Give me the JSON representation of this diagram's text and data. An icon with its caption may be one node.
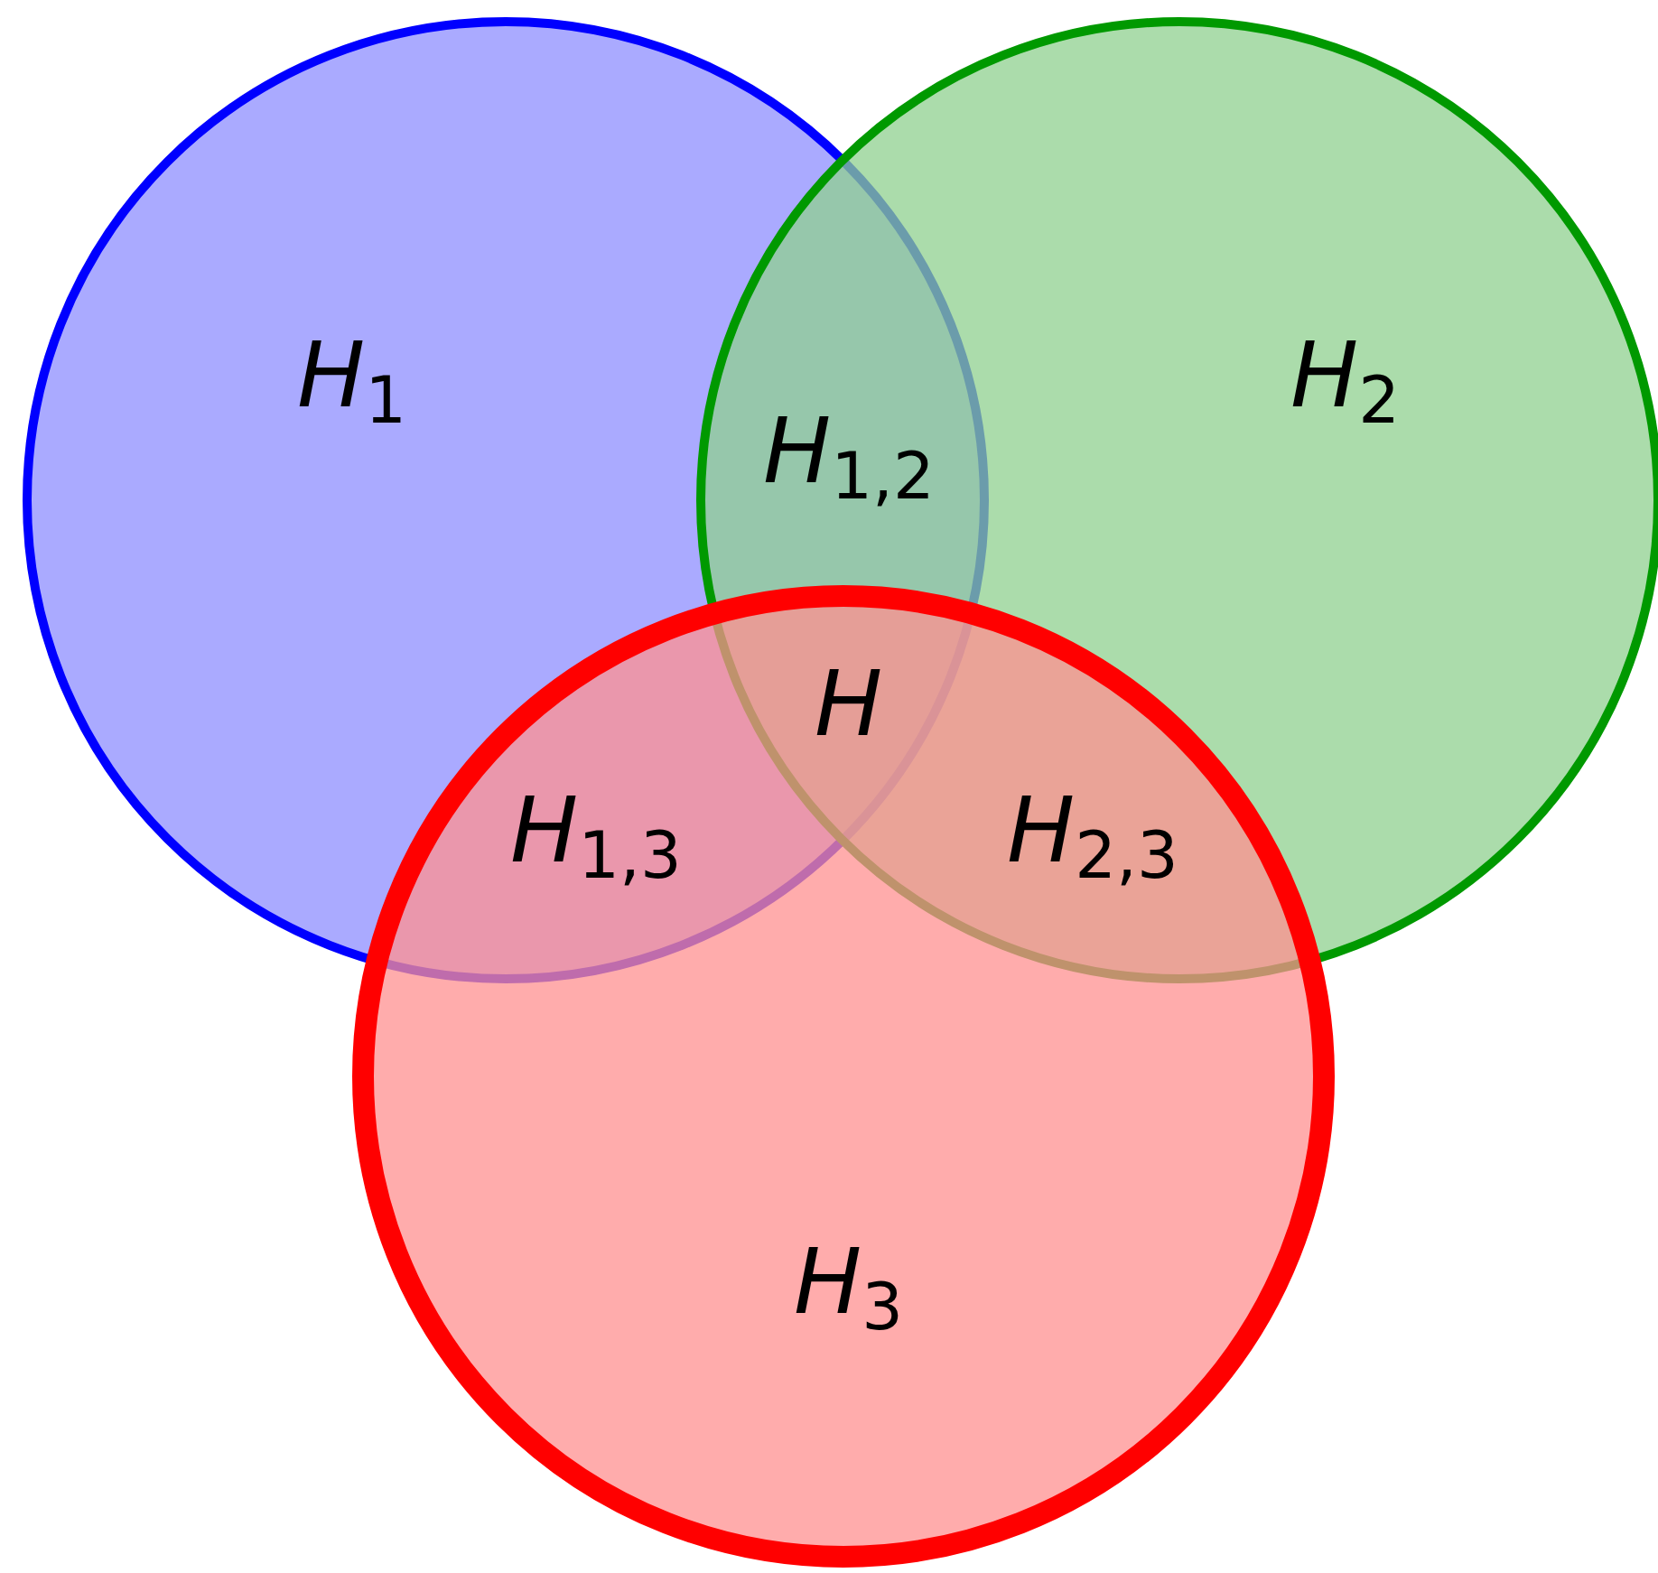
{
  "diagram": {
    "nodes": [
      {
        "text": [
          "*H*$_{1}$"
        ]
      },
      {
        "text": [
          "*H*$_{2}$"
        ]
      },
      {
        "text": [
          "*H*$_{3}$"
        ]
      }
    ],
    "labels": [
      "*H*$_{1,2}$",
      "*H*",
      "*H*$_{1,3}$",
      "*H*$_{2,3}$"
    ]
  }
}
